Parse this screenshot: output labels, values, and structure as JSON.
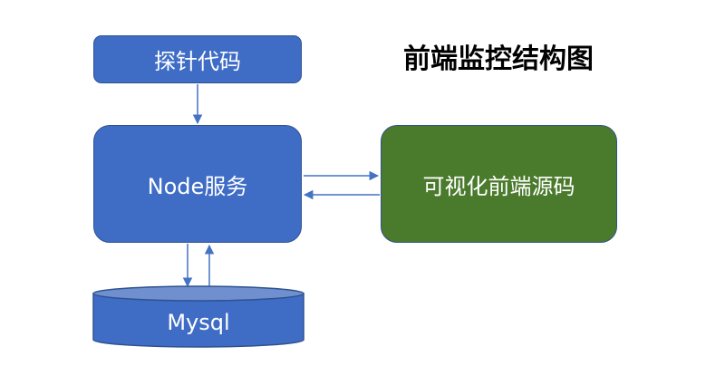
{
  "title": "前端监控结构图",
  "nodes": {
    "probe": "探针代码",
    "node_service": "Node服务",
    "visual_frontend": "可视化前端源码",
    "database": "Mysql"
  },
  "colors": {
    "blue_fill": "#3f6dc6",
    "blue_border": "#2f528f",
    "green_fill": "#4a7a2c",
    "arrow": "#4472c4"
  }
}
